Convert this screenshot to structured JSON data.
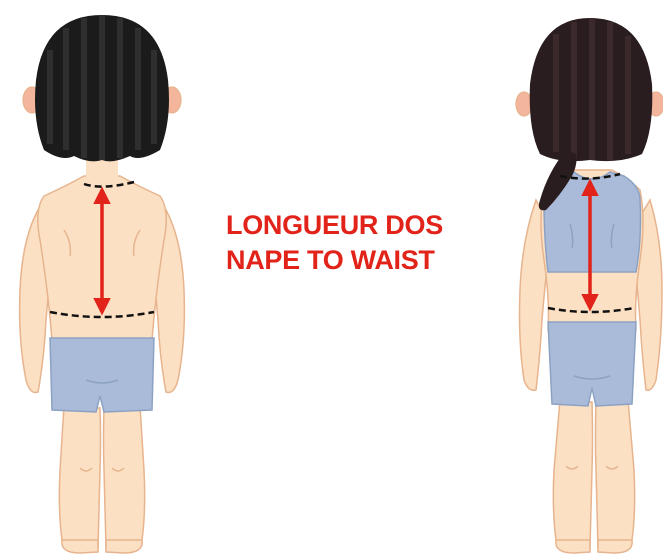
{
  "caption": {
    "line1": "LONGUEUR DOS",
    "line2": "NAPE TO WAIST"
  },
  "colors": {
    "background": "#ffffff",
    "accent_red": "#e2231a",
    "skin": "#fbe0c3",
    "skin_outline": "#e7b48e",
    "hair_boy": "#1b1b1b",
    "hair_girl": "#2a1d1f",
    "clothing": "#a9bbd8",
    "clothing_outline": "#8da2c3",
    "ear": "#f3b59c",
    "measure_line": "#111111"
  },
  "figures": [
    {
      "id": "boy",
      "hair_icon": "short-hair",
      "measurement": "nape-to-waist"
    },
    {
      "id": "girl",
      "hair_icon": "ponytail-hair",
      "measurement": "nape-to-waist"
    }
  ]
}
